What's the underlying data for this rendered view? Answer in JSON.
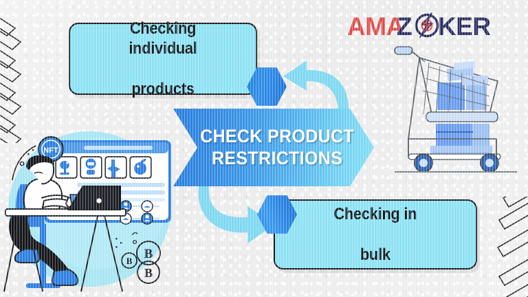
{
  "brand": {
    "logo_text_part1": "AMA",
    "logo_text_part2": "Z",
    "logo_text_part3": "KER",
    "logo_full": "AMAZOKER",
    "color_red": "#e04b47",
    "color_navy": "#2b2f63"
  },
  "diagram": {
    "center": {
      "line1": "CHECK PRODUCT",
      "line2": "RESTRICTIONS",
      "full_text": "CHECK PRODUCT RESTRICTIONS",
      "gradient_from": "#2a7fdd",
      "gradient_to": "#84e0f6"
    },
    "branches": [
      {
        "id": "individual",
        "line1": "Checking individual",
        "line2": "products",
        "full_text": "Checking individual products",
        "fill": "#8EE3F5",
        "border": "#17181a"
      },
      {
        "id": "bulk",
        "line1": "Checking in",
        "line2": "bulk",
        "full_text": "Checking in bulk",
        "fill": "#8EE3F5",
        "border": "#17181a"
      }
    ],
    "connectors": {
      "hex_top_color": "#2b86e6",
      "hex_bottom_color": "#2b86e6",
      "arrow_color": "#7fd9f2"
    }
  },
  "illustrations": {
    "left": {
      "name": "nft-trader-illustration",
      "badge_label": "NFT",
      "coin_symbol": "Ƀ",
      "accent": "#2e7fe0",
      "backdrop": "#a8e7f5"
    },
    "right": {
      "name": "shopping-cart-illustration",
      "box_color": "#6c9ef0",
      "outline": "#555b63"
    }
  },
  "decor": {
    "chevron_count": 4,
    "bar_count": 4,
    "stroke": "#2b2b2b",
    "background": "#efefef"
  }
}
